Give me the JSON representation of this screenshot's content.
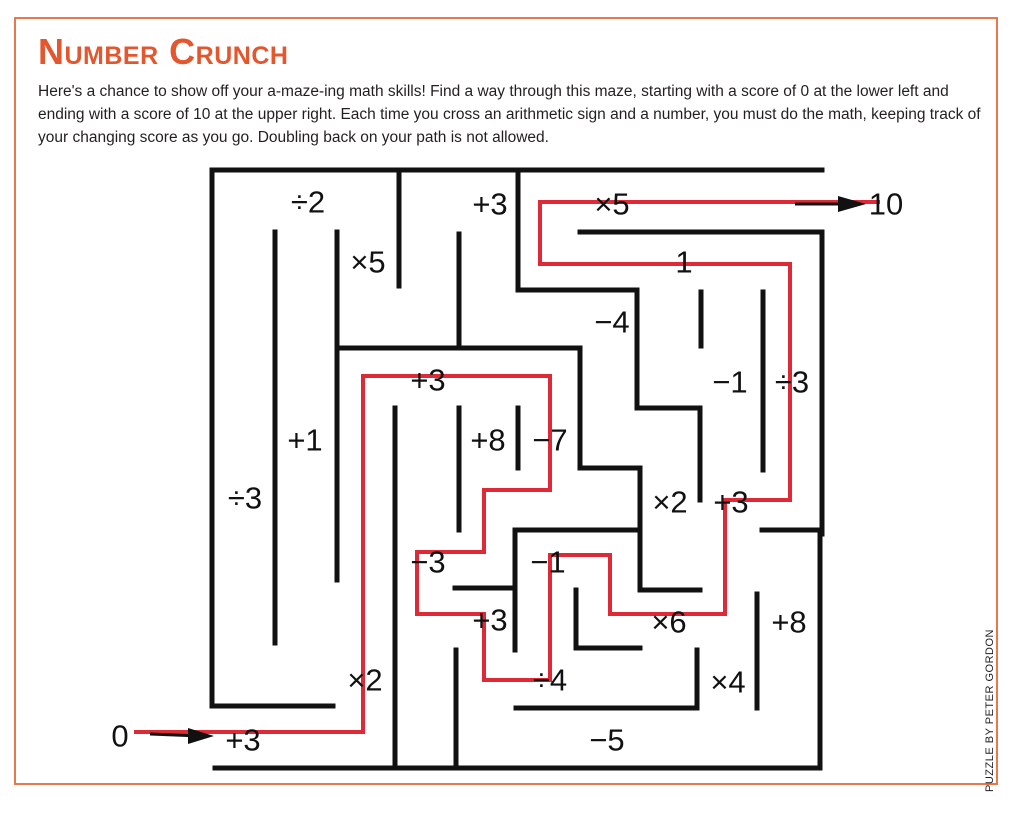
{
  "title": "Number Crunch",
  "intro": "Here's a chance to show off your a-maze-ing math skills! Find a way through this maze, starting with a score of 0 at the lower left and ending with a score of 10 at the upper right. Each time you cross an arithmetic sign and a number, you must do the math, keeping track of your changing score as you go. Doubling back on your path is not allowed.",
  "credit": "PUZZLE BY PETER GORDON",
  "start_label": "0",
  "end_label": "10",
  "colors": {
    "title": "#e4572e",
    "frame": "#e8794f",
    "walls": "#111111",
    "solution_path": "#dd2a36"
  },
  "operations": [
    "÷2",
    "+3",
    "×5",
    "×5",
    "1",
    "−4",
    "+3",
    "+1",
    "−1",
    "÷3",
    "+8",
    "−7",
    "÷3",
    "×2",
    "+3",
    "−3",
    "−1",
    "+3",
    "×6",
    "+8",
    "×2",
    "÷4",
    "×4",
    "+3",
    "−5"
  ]
}
